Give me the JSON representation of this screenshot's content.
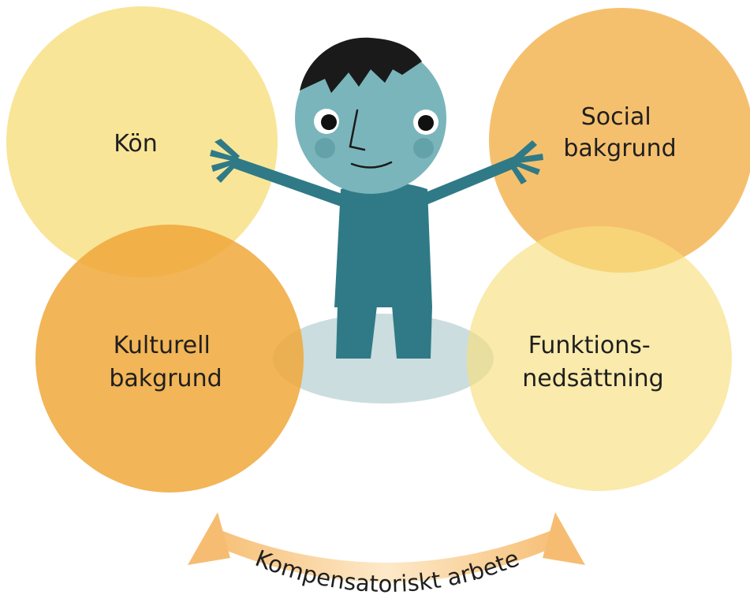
{
  "circles": {
    "kon": {
      "lines": [
        "Kön"
      ]
    },
    "social": {
      "lines": [
        "Social",
        "bakgrund"
      ]
    },
    "kulturell": {
      "lines": [
        "Kulturell",
        "bakgrund"
      ]
    },
    "funktion": {
      "lines": [
        "Funktions-",
        "nedsättning"
      ]
    }
  },
  "arc_label": "Kompensatoriskt arbete",
  "colors": {
    "light_yellow": "#f8de7e",
    "orange": "#f0a83a",
    "figure_teal": "#2f7a86",
    "head_teal": "#7ab5bb",
    "shadow": "#a9c7ca",
    "hair": "#1a1a1a",
    "arrow_light": "#fce7c4",
    "arrow_dark": "#f5b870"
  },
  "icons": [
    "child-figure-icon",
    "curved-double-arrow-icon"
  ]
}
